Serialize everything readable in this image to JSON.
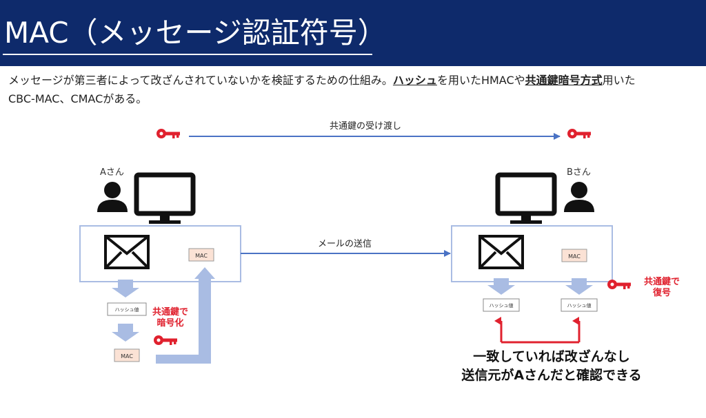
{
  "header": {
    "title": "MAC（メッセージ認証符号）"
  },
  "description": {
    "part1": "メッセージが第三者によって改ざんされていないかを検証するための仕組み。",
    "hash": "ハッシュ",
    "part2": "を用いたHMACや",
    "cipher": "共通鍵暗号方式",
    "part3": "用いた",
    "line2": "CBC-MAC、CMACがある。"
  },
  "diagram": {
    "key_transfer_label": "共通鍵の受け渡し",
    "mail_label": "メールの送信",
    "person_a": "Aさん",
    "person_b": "Bさん",
    "mac_label": "MAC",
    "hash_value_label": "ハッシュ値",
    "encrypt_line1": "共通鍵で",
    "encrypt_line2": "暗号化",
    "decrypt_line1": "共通鍵で",
    "decrypt_line2": "復号",
    "conclusion_line1": "一致していれば改ざんなし",
    "conclusion_line2": "送信元がAさんだと確認できる"
  },
  "colors": {
    "header_bg": "#0e2a6b",
    "accent_blue": "#4a72c4",
    "light_blue": "#a9bce3",
    "key_red": "#e0212e",
    "mac_fill": "#fbe2d5"
  }
}
